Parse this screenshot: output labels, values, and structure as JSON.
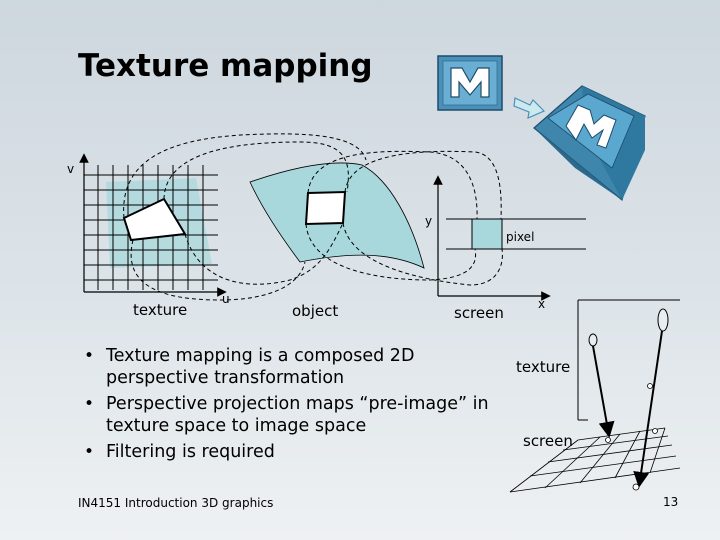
{
  "slide": {
    "title": "Texture mapping",
    "footer": "IN4151  Introduction 3D graphics",
    "page_number": "13"
  },
  "diagram": {
    "axis_v": "v",
    "axis_u": "u",
    "axis_y": "y",
    "axis_x": "x",
    "label_texture": "texture",
    "label_object": "object",
    "label_screen": "screen",
    "label_pixel": "pixel",
    "logo_letter": "M"
  },
  "right_diagram": {
    "label_texture": "texture",
    "label_screen": "screen"
  },
  "bullets": [
    "Texture mapping is a composed 2D perspective transformation",
    "Perspective projection maps “pre-image” in texture space to image space",
    "Filtering is required"
  ]
}
